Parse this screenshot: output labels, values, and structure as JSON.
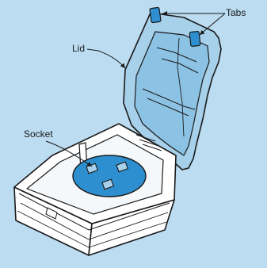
{
  "labels": {
    "lid": "Lid",
    "tabs": "Tabs",
    "socket": "Socket"
  },
  "colors": {
    "background": "#bcdcf1",
    "lid_fill": "#a7d0ea",
    "lid_inner": "#8cc2e4",
    "socket_face": "#2e8fd0",
    "housing": "#ffffff",
    "outline": "#1a1a1a"
  }
}
